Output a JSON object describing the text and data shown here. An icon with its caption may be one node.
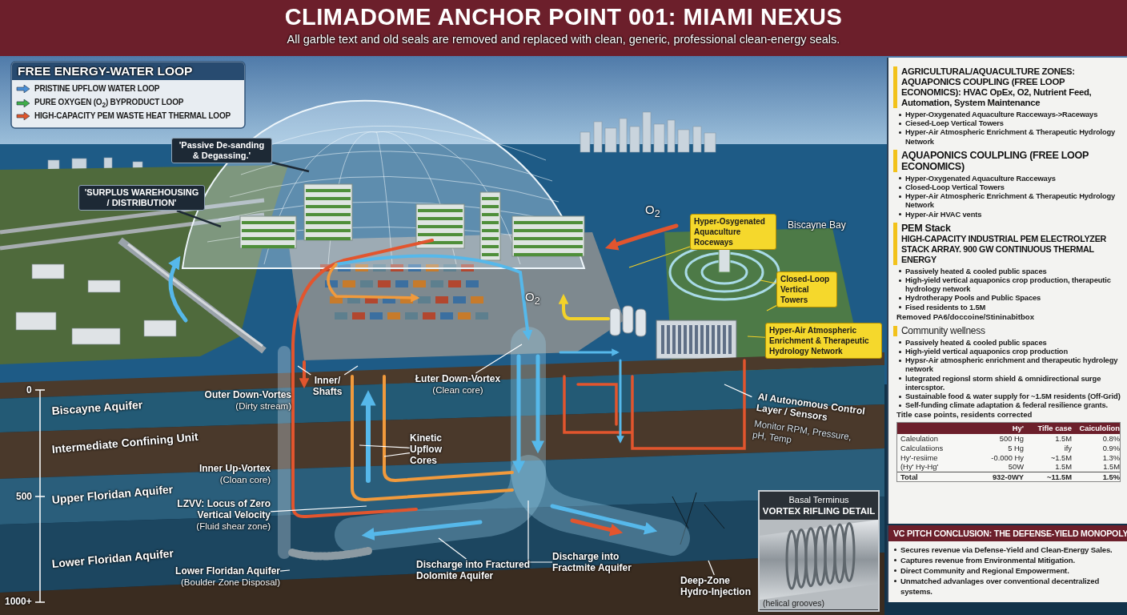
{
  "diagram": {
    "title": "CLIMADOME ANCHOR POINT 001: MIAMI NEXUS",
    "nodes": [
      {
        "text": [
          "'Passive De-sanding & Degassing.'"
        ]
      },
      {
        "text": [
          "'SURPLUS WAREHOUSING / DISTRIBUTION'"
        ]
      },
      {
        "text": [
          "Hyper-Osygenated Aquaculture Roceways"
        ]
      },
      {
        "text": [
          "Closed-Loop Vertical Towers"
        ]
      },
      {
        "text": [
          "Hyper-Air Atmospheric Enrichment & Therapeutic Hydrology Network"
        ]
      },
      {
        "text": [
          "Outer Down-Vortes",
          "(Dirty stream)"
        ]
      },
      {
        "text": [
          "Inner/ Shafts"
        ]
      },
      {
        "text": [
          "Łuter Down-Vortex",
          "(Clean core)"
        ]
      },
      {
        "text": [
          "Kinetic Upflow Cores"
        ]
      },
      {
        "text": [
          "LZVV: Locus of Zero Vertical Velocity",
          "(Fluid shear zone)"
        ]
      },
      {
        "text": [
          "Lower Floridan Aquifer",
          "(Boulder Zone Disposal)"
        ]
      },
      {
        "text": [
          "Discharge into Fractured Dolomite Aquifer"
        ]
      },
      {
        "text": [
          "Discharge into Fractmite Aquifer"
        ]
      },
      {
        "text": [
          "Deep-Zone Hydro-Injection"
        ]
      },
      {
        "text": [
          "AI Autonomous Control Layer / Sensors"
        ],
        "beside": [
          "Monitor RPM, Pressure, pH, Temp"
        ]
      },
      {
        "text": [
          "Basal Terminus",
          "VORTEX RIFLING DETAIL",
          "(helical grooves)"
        ]
      },
      {
        "text": [
          "AGRICULTURAL/AQUACULTURE ZONES: AQUAPONICS COUPLING (FREE LOOP ECONOMICS): HVAC OpEx, O2, Nutrient Feed, Automation, System Maintenance",
          "Hyper-Oxygenated Aquaculture Racceways->Raceways",
          "Ciesed-Loep Vertical Towers",
          "Hyper-Air Atmospheric Enrichment & Therapeutic Hydrology Network",
          "AQUAPONICS COULPLING (FREE LOOP ECONOMICS)",
          "Hyper-Oxygenated Aquaculture Racceways",
          "Closed-Loop Vertical Towers",
          "Hyper-Air Atmospheric Enrichment & Therapeutic Hydrology Network",
          "Hyper-Air HVAC vents",
          "PEM Stack",
          "HIGH-CAPACITY INDUSTRIAL PEM ELECTROLYZER STACK ARRAY. 900 GW CONTINUOUS THERMAL ENERGY",
          "Passively heated & cooled public spaces",
          "High-yield vertical aquaponics crop production, therapeutic hydrology network",
          "Hydrotherapy Pools and Public Spaces",
          "Fised residents to 1.5M",
          "Removed PA6/doccoine/Stininabitbox",
          "Community wellness",
          "Passively heated & cooled public spaces",
          "High-yield vertical aquaponics crop production",
          "Hypsr-Air atmospheric enrichment and therapeutic hydrolegy network",
          "lutegrated regionsl storm shield & omnidirectional surge intercsptor.",
          "Sustainable food & water supply for ~1.5M residents (Off-Grid)",
          "Self-funding climate adaptation & federal resilience grants.",
          "Title case points, residents corrected"
        ]
      },
      {
        "text": [
          "VC PITCH CONCLUSION: THE DEFENSE-YIELD MONOPOLY",
          "Secures revenue via Defense-Yield and Clean-Energy Sales.",
          "Captures revenue from Environmental Mitigation.",
          "Direct Community and Regional Empowerment.",
          "Unmatched advanlages over conventional decentralized systems."
        ]
      }
    ],
    "edges": [
      {
        "from": 0,
        "to": null,
        "arrow": "none",
        "color": "#1d2935"
      },
      {
        "from": 1,
        "to": null,
        "arrow": "none",
        "color": "#1d2935"
      },
      {
        "from": 2,
        "to": null,
        "arrow": "none",
        "color": "#f2d027"
      },
      {
        "from": 3,
        "to": null,
        "arrow": "none",
        "color": "#f2d027"
      },
      {
        "from": 3,
        "to": null,
        "arrow": "none",
        "color": "#f2d027"
      },
      {
        "from": 4,
        "to": null,
        "arrow": "none",
        "color": "#f2d027"
      },
      {
        "from": 5,
        "to": null,
        "arrow": "none"
      },
      {
        "from": 6,
        "to": null,
        "arrow": "none"
      },
      {
        "from": 6,
        "to": null,
        "arrow": "none"
      },
      {
        "from": 7,
        "to": null,
        "arrow": "none"
      },
      {
        "from": 8,
        "to": null,
        "arrow": "none"
      },
      {
        "from": 8,
        "to": null,
        "arrow": "none"
      },
      {
        "from": 9,
        "to": null,
        "arrow": "none"
      },
      {
        "from": 10,
        "to": null,
        "arrow": "none"
      },
      {
        "from": 11,
        "to": null,
        "arrow": "none"
      },
      {
        "from": 12,
        "to": null,
        "arrow": "none"
      },
      {
        "from": 13,
        "to": null,
        "arrow": "none"
      },
      {
        "from": 14,
        "to": null,
        "arrow": "none"
      }
    ],
    "labels": [
      "All garble text and old seals are removed and replaced with clean, generic, professional clean-energy seals.",
      "FREE ENERGY-WATER LOOP",
      "O$_{2}$",
      "Biscayne Bay",
      "O$_{2}$",
      "0",
      "Biscayne Aquifer",
      "Intermediate Confining Unit",
      "Inner Up-Vortex",
      "(Cloan core)",
      "500",
      "Upper Floridan Aquifer",
      "Lower Floridan Aquifer",
      "1000+",
      "Hy'",
      "Tifle case",
      "Caiculolion",
      "Caleulation",
      "500 Hg",
      "1.5M",
      "0.8%",
      "Calculatiions",
      "5 Hg",
      "ify",
      "0.9%",
      "Hy'-resiime",
      "-0.000 Hy",
      "~1.5M",
      "1.3%",
      "(Hy' Hy-Hg'",
      "50W",
      "1.5M",
      "1.5M",
      "Total",
      "932-0WY",
      "~11.5M",
      "1.5%"
    ],
    "legend": [
      {
        "text": "PRISTINE UPFLOW WATER LOOP"
      },
      {
        "text": "PURE OXYGEN (O$_{2}$) BYPRODUCT LOOP"
      },
      {
        "text": "HIGH-CAPACITY PEM WASTE HEAT THERMAL LOOP"
      }
    ]
  }
}
